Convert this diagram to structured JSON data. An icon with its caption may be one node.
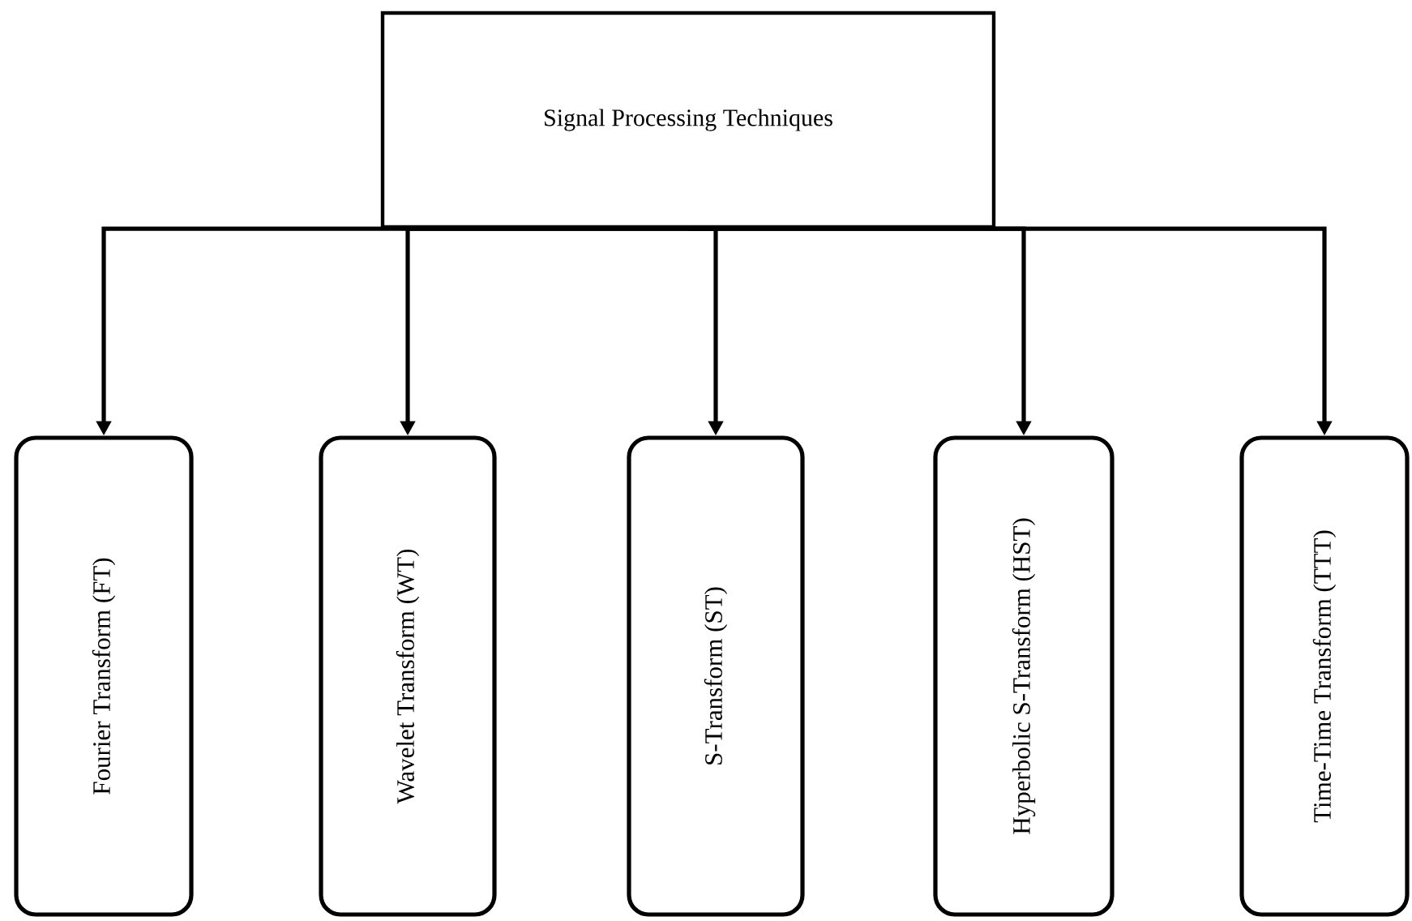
{
  "diagram": {
    "nodes": [
      {
        "text": [
          "Signal Processing Techniques"
        ]
      },
      {
        "text": [
          "Fourier Transform (FT)"
        ]
      },
      {
        "text": [
          "Wavelet Transform (WT)"
        ]
      },
      {
        "text": [
          "S-Transform (ST)"
        ]
      },
      {
        "text": [
          "Hyperbolic S-Transform (HST)"
        ]
      },
      {
        "text": [
          "Time-Time Transform (TTT)"
        ]
      }
    ],
    "edges": [
      {
        "from": 0,
        "to": 1,
        "arrow": "to"
      },
      {
        "from": 0,
        "to": 2,
        "arrow": "to"
      },
      {
        "from": 0,
        "to": 3,
        "arrow": "to"
      },
      {
        "from": 0,
        "to": 4,
        "arrow": "to"
      },
      {
        "from": 0,
        "to": 5,
        "arrow": "to"
      }
    ]
  }
}
